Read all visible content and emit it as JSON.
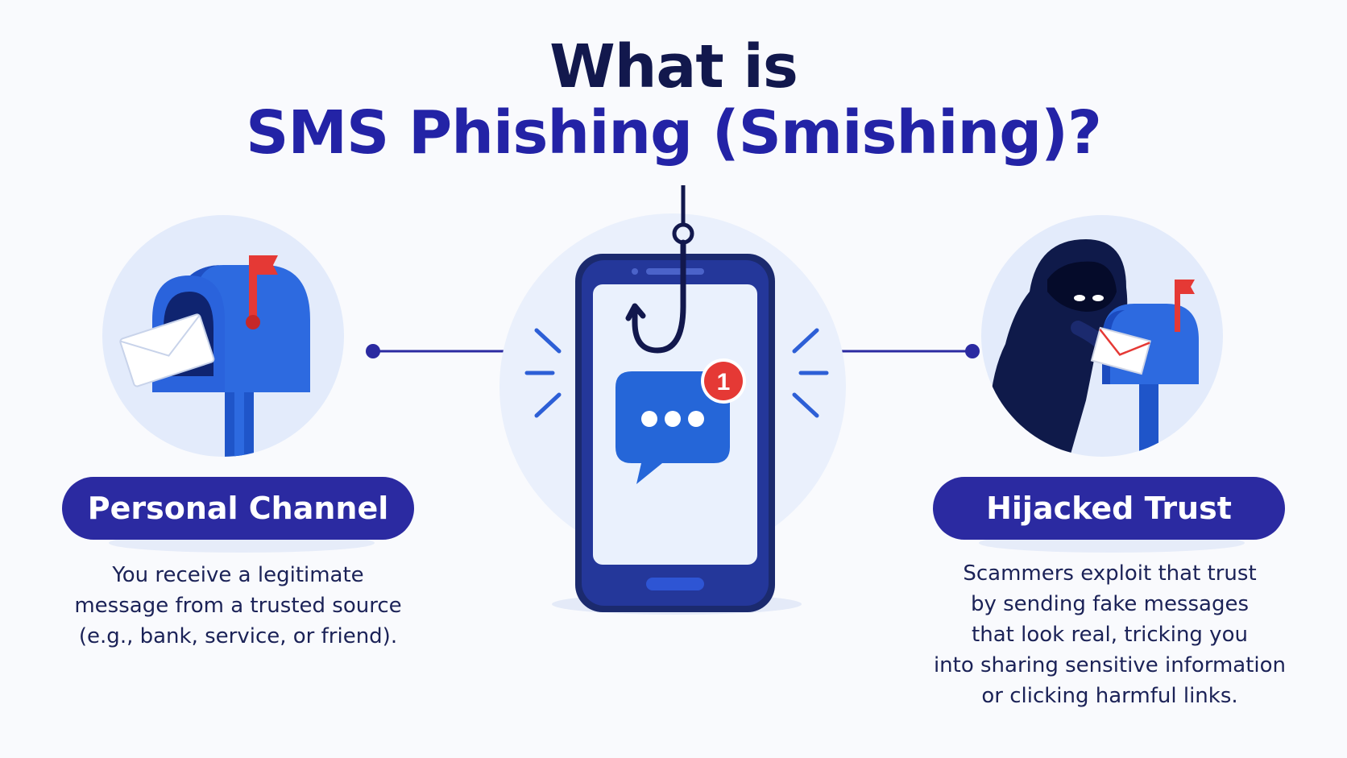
{
  "title": {
    "line1": "What is",
    "line2": "SMS Phishing (Smishing)?"
  },
  "left_panel": {
    "label": "Personal Channel",
    "description": [
      "You receive a legitimate",
      "message from a trusted source",
      "(e.g., bank, service, or friend)."
    ]
  },
  "right_panel": {
    "label": "Hijacked Trust",
    "description": [
      "Scammers exploit that trust",
      "by sending fake messages",
      "that look real, tricking you",
      "into sharing sensitive information",
      "or clicking harmful links."
    ]
  },
  "phone": {
    "notification_count": "1"
  },
  "colors": {
    "navy": "#12184d",
    "indigo": "#2b2aa1",
    "blue": "#2563d9",
    "red": "#e53935",
    "light_circle": "#e3ebfb"
  },
  "icons": [
    "mailbox-icon",
    "envelope-icon",
    "fishing-hook-icon",
    "smartphone-icon",
    "chat-bubble-icon",
    "notification-badge-icon",
    "hacker-icon"
  ]
}
